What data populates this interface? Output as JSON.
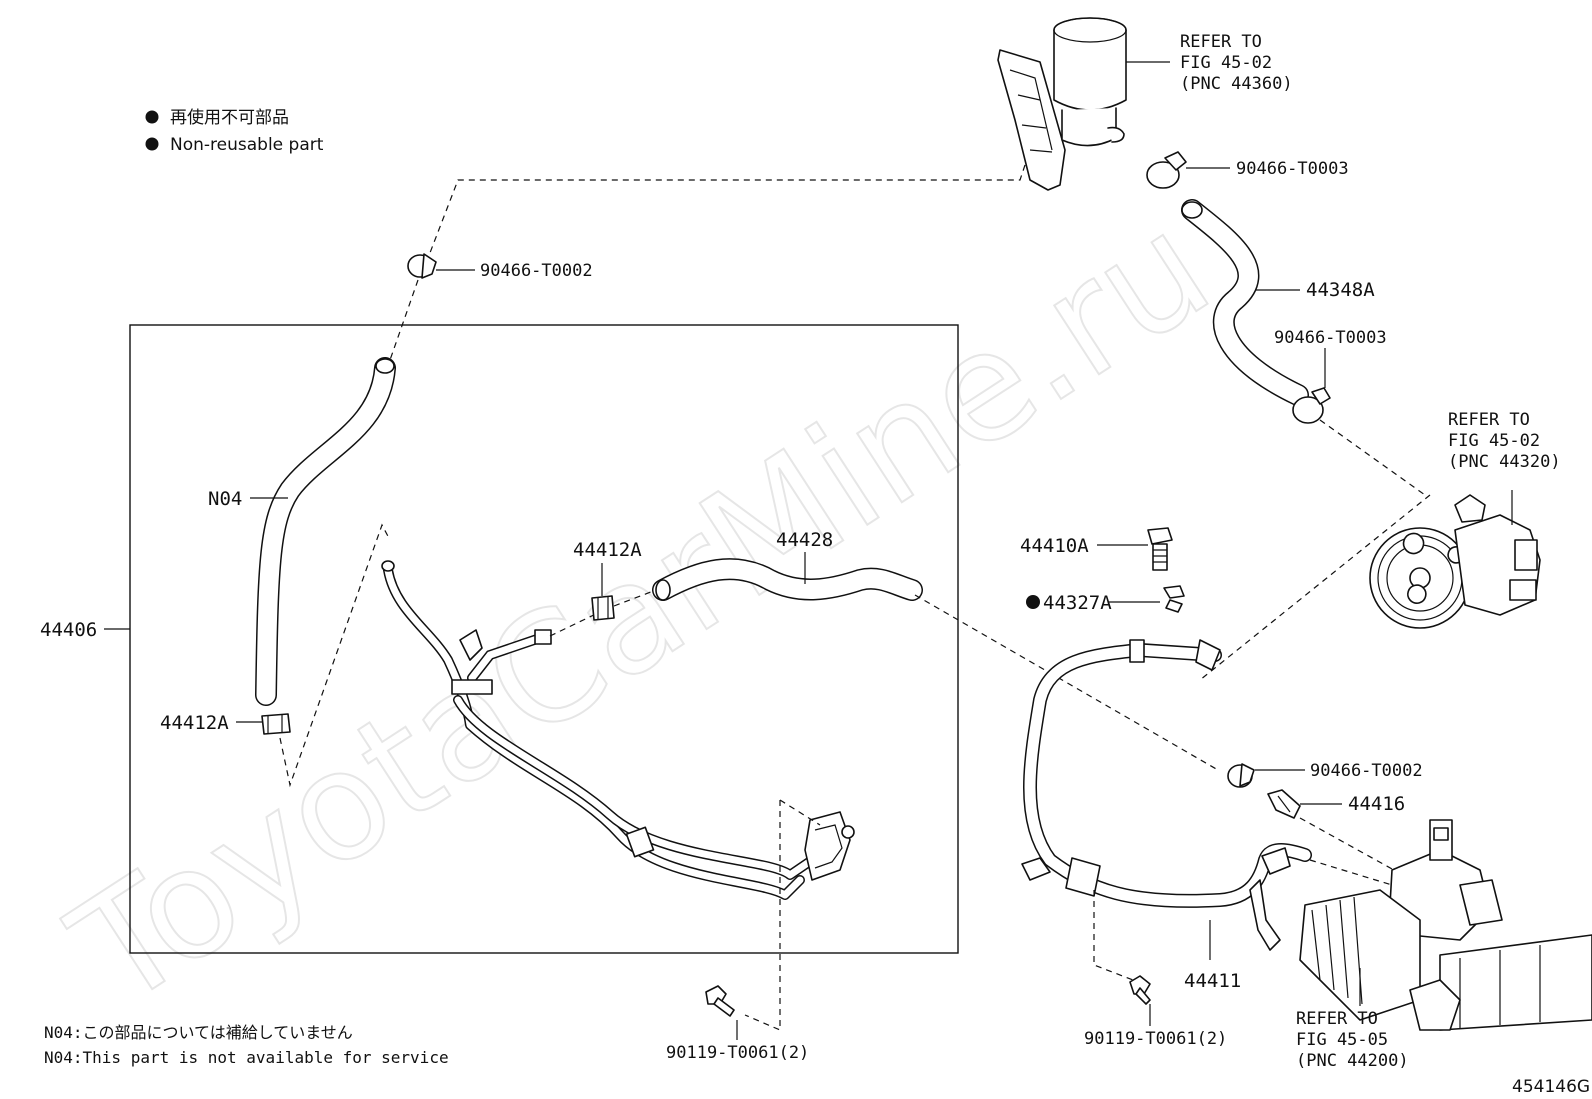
{
  "legend": {
    "items": [
      {
        "text": "再使用不可部品"
      },
      {
        "text": "Non-reusable part"
      }
    ]
  },
  "labels": {
    "reservoir_ref": [
      "REFER TO",
      "FIG 45-02",
      "(PNC 44360)"
    ],
    "clamp_top": "90466-T0003",
    "hose_44348a": "44348A",
    "clamp_mid": "90466-T0003",
    "pump_ref": [
      "REFER TO",
      "FIG 45-02",
      "(PNC 44320)"
    ],
    "clamp_left_top": "90466-T0002",
    "n04": "N04",
    "assembly_44406": "44406",
    "clip_44412a_left": "44412A",
    "clip_44412a_mid": "44412A",
    "hose_44428": "44428",
    "bolt_44410a": "44410A",
    "gasket_44327a": "44327A",
    "clamp_right": "90466-T0002",
    "union_44416": "44416",
    "tube_44411": "44411",
    "bolt_bottom_mid": "90119-T0061(2)",
    "bolt_bottom_right": "90119-T0061(2)",
    "gear_ref": [
      "REFER TO",
      "FIG 45-05",
      "(PNC 44200)"
    ]
  },
  "notes": [
    "N04:この部品については補給していません",
    "N04:This part is not available for service"
  ],
  "figure_id": "454146G",
  "watermark": "ToyotaCarMine.ru"
}
